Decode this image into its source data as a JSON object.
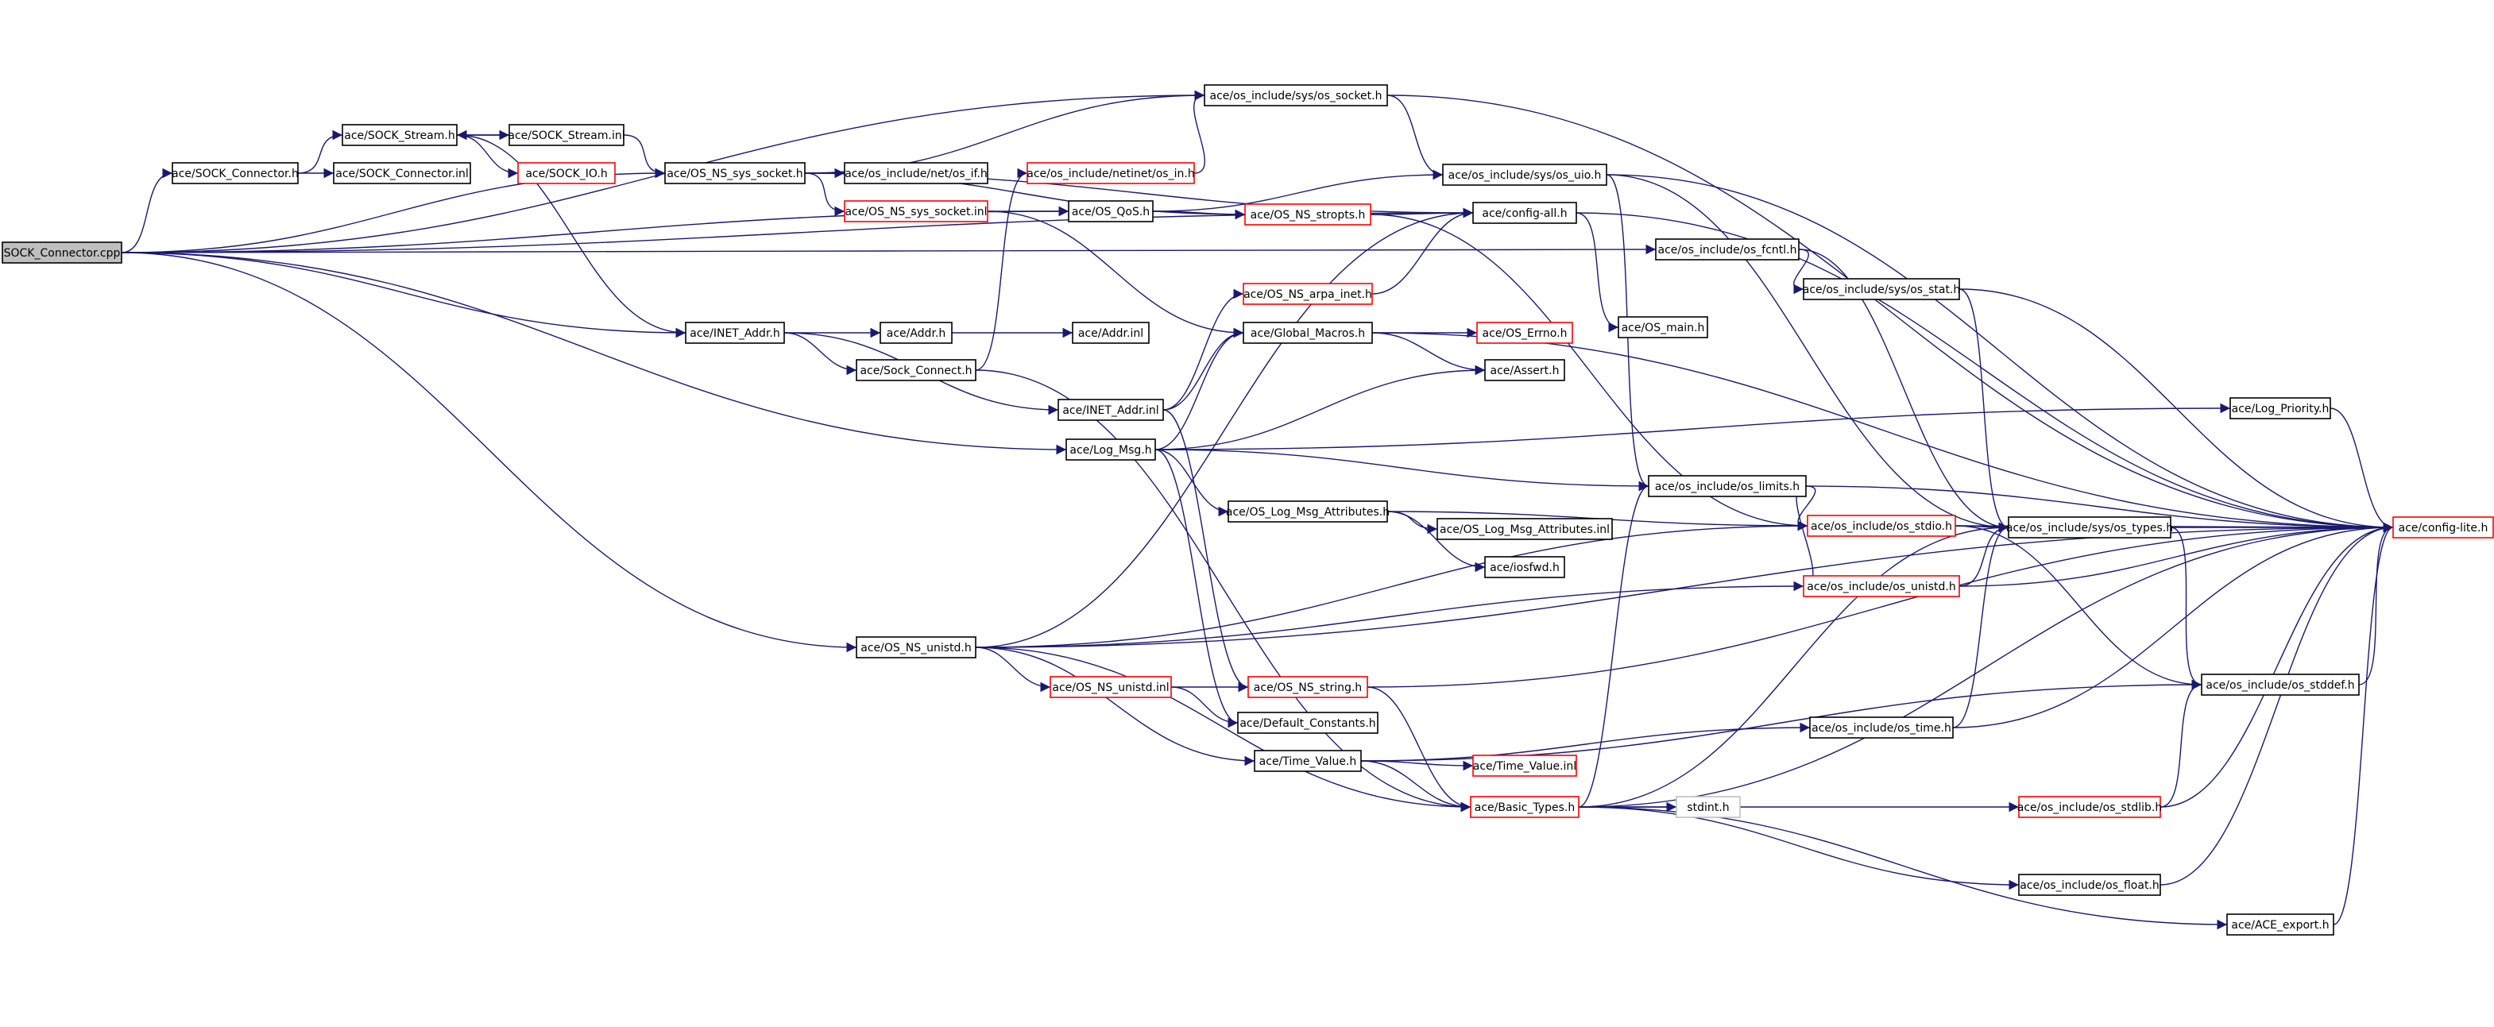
{
  "graph": {
    "colors": {
      "edge": "#191970",
      "missing_doc_border": "#ff0000",
      "external_border": "#c0c0c0",
      "root_fill": "#bfbfbf"
    },
    "nodes": [
      {
        "id": "root",
        "label": "SOCK_Connector.cpp",
        "style": "root"
      },
      {
        "id": "sock_conn_h",
        "label": "ace/SOCK_Connector.h",
        "style": "normal"
      },
      {
        "id": "sock_conn_inl",
        "label": "ace/SOCK_Connector.inl",
        "style": "normal"
      },
      {
        "id": "sock_stream_h",
        "label": "ace/SOCK_Stream.h",
        "style": "normal"
      },
      {
        "id": "sock_stream_inl",
        "label": "ace/SOCK_Stream.inl",
        "style": "normal"
      },
      {
        "id": "sock_io_h",
        "label": "ace/SOCK_IO.h",
        "style": "red"
      },
      {
        "id": "os_ns_sys_socket_h",
        "label": "ace/OS_NS_sys_socket.h",
        "style": "normal"
      },
      {
        "id": "os_if_h",
        "label": "ace/os_include/net/os_if.h",
        "style": "normal"
      },
      {
        "id": "os_ns_sys_socket_inl",
        "label": "ace/OS_NS_sys_socket.inl",
        "style": "red"
      },
      {
        "id": "os_in_h",
        "label": "ace/os_include/netinet/os_in.h",
        "style": "red"
      },
      {
        "id": "os_socket_h",
        "label": "ace/os_include/sys/os_socket.h",
        "style": "normal"
      },
      {
        "id": "os_qos_h",
        "label": "ace/OS_QoS.h",
        "style": "normal"
      },
      {
        "id": "os_ns_stropts_h",
        "label": "ace/OS_NS_stropts.h",
        "style": "red"
      },
      {
        "id": "os_uio_h",
        "label": "ace/os_include/sys/os_uio.h",
        "style": "normal"
      },
      {
        "id": "config_all_h",
        "label": "ace/config-all.h",
        "style": "normal"
      },
      {
        "id": "os_fcntl_h",
        "label": "ace/os_include/os_fcntl.h",
        "style": "normal"
      },
      {
        "id": "os_stat_h",
        "label": "ace/os_include/sys/os_stat.h",
        "style": "normal"
      },
      {
        "id": "os_main_h",
        "label": "ace/OS_main.h",
        "style": "normal"
      },
      {
        "id": "inet_addr_h",
        "label": "ace/INET_Addr.h",
        "style": "normal"
      },
      {
        "id": "addr_h",
        "label": "ace/Addr.h",
        "style": "normal"
      },
      {
        "id": "addr_inl",
        "label": "ace/Addr.inl",
        "style": "normal"
      },
      {
        "id": "sock_connect_h",
        "label": "ace/Sock_Connect.h",
        "style": "normal"
      },
      {
        "id": "os_ns_arpa_inet_h",
        "label": "ace/OS_NS_arpa_inet.h",
        "style": "red"
      },
      {
        "id": "global_macros_h",
        "label": "ace/Global_Macros.h",
        "style": "normal"
      },
      {
        "id": "os_errno_h",
        "label": "ace/OS_Errno.h",
        "style": "red"
      },
      {
        "id": "assert_h",
        "label": "ace/Assert.h",
        "style": "normal"
      },
      {
        "id": "inet_addr_inl",
        "label": "ace/INET_Addr.inl",
        "style": "normal"
      },
      {
        "id": "log_msg_h",
        "label": "ace/Log_Msg.h",
        "style": "normal"
      },
      {
        "id": "log_priority_h",
        "label": "ace/Log_Priority.h",
        "style": "normal"
      },
      {
        "id": "os_limits_h",
        "label": "ace/os_include/os_limits.h",
        "style": "normal"
      },
      {
        "id": "os_log_msg_attr_h",
        "label": "ace/OS_Log_Msg_Attributes.h",
        "style": "normal"
      },
      {
        "id": "os_log_msg_attr_inl",
        "label": "ace/OS_Log_Msg_Attributes.inl",
        "style": "normal"
      },
      {
        "id": "iosfwd_h",
        "label": "ace/iosfwd.h",
        "style": "normal"
      },
      {
        "id": "os_stdio_h",
        "label": "ace/os_include/os_stdio.h",
        "style": "red"
      },
      {
        "id": "os_types_h",
        "label": "ace/os_include/sys/os_types.h",
        "style": "normal"
      },
      {
        "id": "config_lite_h",
        "label": "ace/config-lite.h",
        "style": "red"
      },
      {
        "id": "os_unistd_h",
        "label": "ace/os_include/os_unistd.h",
        "style": "red"
      },
      {
        "id": "os_ns_unistd_h",
        "label": "ace/OS_NS_unistd.h",
        "style": "normal"
      },
      {
        "id": "os_ns_unistd_inl",
        "label": "ace/OS_NS_unistd.inl",
        "style": "red"
      },
      {
        "id": "os_ns_string_h",
        "label": "ace/OS_NS_string.h",
        "style": "red"
      },
      {
        "id": "default_constants_h",
        "label": "ace/Default_Constants.h",
        "style": "normal"
      },
      {
        "id": "os_stddef_h",
        "label": "ace/os_include/os_stddef.h",
        "style": "normal"
      },
      {
        "id": "os_time_h",
        "label": "ace/os_include/os_time.h",
        "style": "normal"
      },
      {
        "id": "time_value_h",
        "label": "ace/Time_Value.h",
        "style": "normal"
      },
      {
        "id": "time_value_inl",
        "label": "ace/Time_Value.inl",
        "style": "red"
      },
      {
        "id": "basic_types_h",
        "label": "ace/Basic_Types.h",
        "style": "red"
      },
      {
        "id": "stdint_h",
        "label": "stdint.h",
        "style": "gray"
      },
      {
        "id": "os_stdlib_h",
        "label": "ace/os_include/os_stdlib.h",
        "style": "red"
      },
      {
        "id": "os_float_h",
        "label": "ace/os_include/os_float.h",
        "style": "normal"
      },
      {
        "id": "ace_export_h",
        "label": "ace/ACE_export.h",
        "style": "normal"
      }
    ],
    "edges": [
      [
        "root",
        "sock_conn_h"
      ],
      [
        "root",
        "os_ns_sys_socket_h"
      ],
      [
        "root",
        "os_qos_h"
      ],
      [
        "root",
        "os_socket_h"
      ],
      [
        "root",
        "os_fcntl_h"
      ],
      [
        "root",
        "inet_addr_h"
      ],
      [
        "root",
        "log_msg_h"
      ],
      [
        "root",
        "os_ns_unistd_h"
      ],
      [
        "root",
        "config_all_h"
      ],
      [
        "sock_conn_h",
        "sock_stream_h"
      ],
      [
        "sock_conn_h",
        "sock_conn_inl"
      ],
      [
        "sock_stream_h",
        "sock_io_h"
      ],
      [
        "sock_stream_h",
        "inet_addr_h"
      ],
      [
        "sock_stream_h",
        "sock_stream_inl"
      ],
      [
        "sock_stream_inl",
        "sock_stream_h"
      ],
      [
        "sock_stream_inl",
        "os_ns_sys_socket_h"
      ],
      [
        "os_ns_sys_socket_h",
        "os_if_h"
      ],
      [
        "os_ns_sys_socket_h",
        "os_socket_h"
      ],
      [
        "os_ns_sys_socket_h",
        "os_ns_sys_socket_inl"
      ],
      [
        "os_ns_sys_socket_h",
        "config_all_h"
      ],
      [
        "os_ns_sys_socket_h",
        "os_ns_stropts_h"
      ],
      [
        "os_ns_sys_socket_inl",
        "os_qos_h"
      ],
      [
        "os_ns_sys_socket_inl",
        "global_macros_h"
      ],
      [
        "os_socket_h",
        "os_uio_h"
      ],
      [
        "os_socket_h",
        "config_lite_h"
      ],
      [
        "os_in_h",
        "os_socket_h"
      ],
      [
        "os_qos_h",
        "os_uio_h"
      ],
      [
        "os_qos_h",
        "os_ns_stropts_h"
      ],
      [
        "os_ns_stropts_h",
        "config_all_h"
      ],
      [
        "os_ns_stropts_h",
        "os_stdio_h"
      ],
      [
        "os_uio_h",
        "os_types_h"
      ],
      [
        "os_uio_h",
        "os_limits_h"
      ],
      [
        "os_uio_h",
        "config_lite_h"
      ],
      [
        "config_all_h",
        "os_main_h"
      ],
      [
        "config_all_h",
        "config_lite_h"
      ],
      [
        "os_fcntl_h",
        "os_stat_h"
      ],
      [
        "os_fcntl_h",
        "os_types_h"
      ],
      [
        "os_stat_h",
        "os_types_h"
      ],
      [
        "os_stat_h",
        "config_lite_h"
      ],
      [
        "inet_addr_h",
        "addr_h"
      ],
      [
        "inet_addr_h",
        "sock_connect_h"
      ],
      [
        "inet_addr_h",
        "inet_addr_inl"
      ],
      [
        "addr_h",
        "addr_inl"
      ],
      [
        "sock_connect_h",
        "os_in_h"
      ],
      [
        "sock_connect_h",
        "basic_types_h"
      ],
      [
        "os_ns_arpa_inet_h",
        "config_all_h"
      ],
      [
        "global_macros_h",
        "os_errno_h"
      ],
      [
        "global_macros_h",
        "assert_h"
      ],
      [
        "global_macros_h",
        "config_lite_h"
      ],
      [
        "inet_addr_inl",
        "os_ns_arpa_inet_h"
      ],
      [
        "inet_addr_inl",
        "global_macros_h"
      ],
      [
        "inet_addr_inl",
        "os_ns_string_h"
      ],
      [
        "log_msg_h",
        "global_macros_h"
      ],
      [
        "log_msg_h",
        "assert_h"
      ],
      [
        "log_msg_h",
        "log_priority_h"
      ],
      [
        "log_msg_h",
        "os_limits_h"
      ],
      [
        "log_msg_h",
        "os_log_msg_attr_h"
      ],
      [
        "log_msg_h",
        "default_constants_h"
      ],
      [
        "log_priority_h",
        "config_lite_h"
      ],
      [
        "os_limits_h",
        "config_lite_h"
      ],
      [
        "os_limits_h",
        "os_stdio_h"
      ],
      [
        "os_limits_h",
        "os_unistd_h"
      ],
      [
        "os_log_msg_attr_h",
        "os_log_msg_attr_inl"
      ],
      [
        "os_log_msg_attr_h",
        "iosfwd_h"
      ],
      [
        "os_log_msg_attr_h",
        "os_stdio_h"
      ],
      [
        "os_stdio_h",
        "os_types_h"
      ],
      [
        "os_stdio_h",
        "os_stddef_h"
      ],
      [
        "os_stdio_h",
        "config_lite_h"
      ],
      [
        "os_types_h",
        "config_lite_h"
      ],
      [
        "os_types_h",
        "os_stddef_h"
      ],
      [
        "os_unistd_h",
        "os_types_h"
      ],
      [
        "os_unistd_h",
        "config_lite_h"
      ],
      [
        "os_ns_unistd_h",
        "os_ns_unistd_inl"
      ],
      [
        "os_ns_unistd_h",
        "os_unistd_h"
      ],
      [
        "os_ns_unistd_h",
        "os_stdio_h"
      ],
      [
        "os_ns_unistd_h",
        "time_value_h"
      ],
      [
        "os_ns_unistd_h",
        "basic_types_h"
      ],
      [
        "os_ns_unistd_h",
        "config_all_h"
      ],
      [
        "os_ns_unistd_h",
        "config_lite_h"
      ],
      [
        "os_ns_unistd_inl",
        "os_ns_string_h"
      ],
      [
        "os_ns_unistd_inl",
        "default_constants_h"
      ],
      [
        "os_ns_string_h",
        "basic_types_h"
      ],
      [
        "os_ns_string_h",
        "config_lite_h"
      ],
      [
        "os_stddef_h",
        "config_lite_h"
      ],
      [
        "os_time_h",
        "os_types_h"
      ],
      [
        "os_time_h",
        "config_lite_h"
      ],
      [
        "time_value_h",
        "os_time_h"
      ],
      [
        "time_value_h",
        "time_value_inl"
      ],
      [
        "time_value_h",
        "basic_types_h"
      ],
      [
        "time_value_h",
        "os_stddef_h"
      ],
      [
        "basic_types_h",
        "stdint_h"
      ],
      [
        "basic_types_h",
        "os_limits_h"
      ],
      [
        "basic_types_h",
        "os_types_h"
      ],
      [
        "basic_types_h",
        "os_stdlib_h"
      ],
      [
        "basic_types_h",
        "os_float_h"
      ],
      [
        "basic_types_h",
        "ace_export_h"
      ],
      [
        "basic_types_h",
        "config_lite_h"
      ],
      [
        "os_stdlib_h",
        "os_stddef_h"
      ],
      [
        "os_stdlib_h",
        "config_lite_h"
      ],
      [
        "os_float_h",
        "config_lite_h"
      ],
      [
        "ace_export_h",
        "config_lite_h"
      ]
    ]
  }
}
